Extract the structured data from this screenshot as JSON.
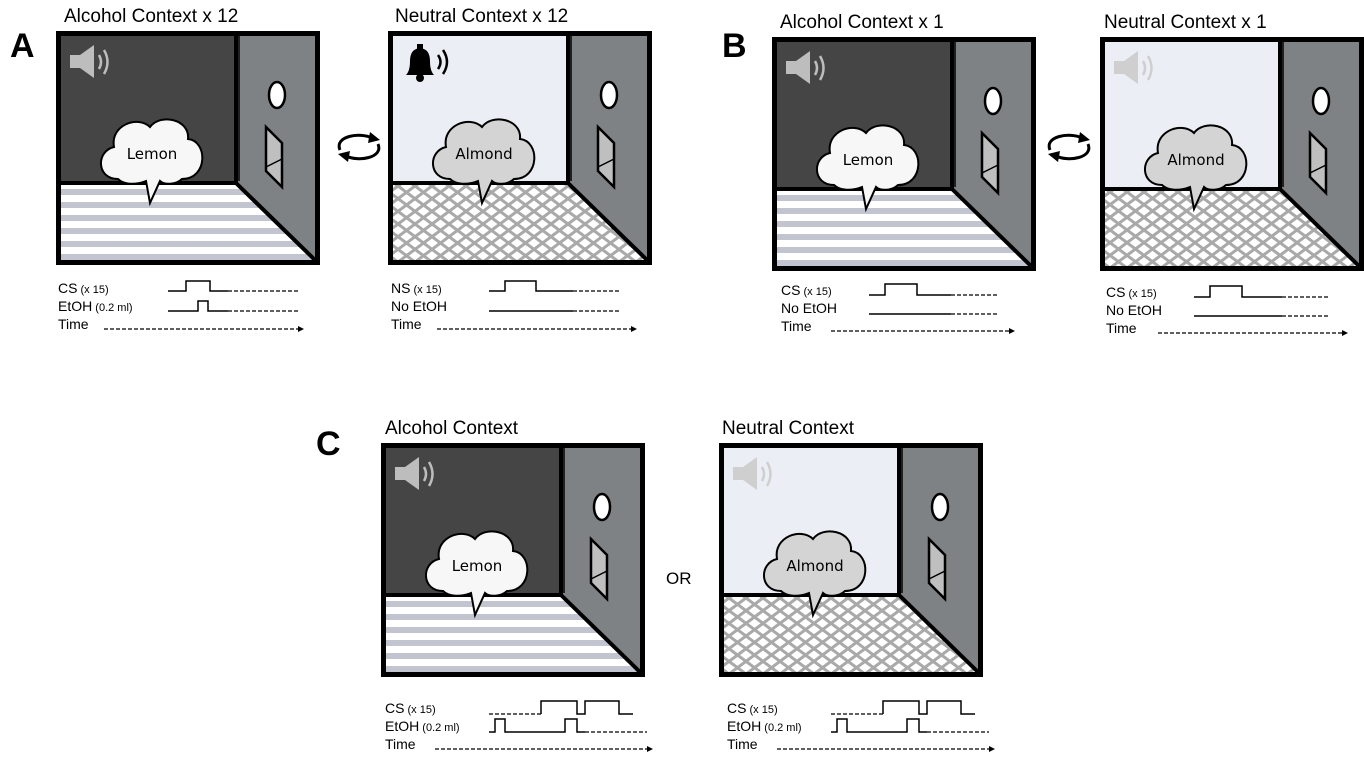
{
  "panels": {
    "A": {
      "letter": "A",
      "left": {
        "title": "Alcohol Context x 12",
        "odor": "Lemon",
        "sound_icon": "speaker-icon",
        "room": "alcohol",
        "rows": [
          {
            "main": "CS",
            "sub": "(x 15)"
          },
          {
            "main": "EtOH",
            "sub": "(0.2 ml)"
          },
          {
            "main": "Time",
            "sub": ""
          }
        ]
      },
      "right": {
        "title": "Neutral Context x 12",
        "odor": "Almond",
        "sound_icon": "bell-icon",
        "room": "neutral",
        "rows": [
          {
            "main": "NS",
            "sub": "(x 15)"
          },
          {
            "main": "No EtOH",
            "sub": ""
          },
          {
            "main": "Time",
            "sub": ""
          }
        ]
      }
    },
    "B": {
      "letter": "B",
      "left": {
        "title": "Alcohol Context x 1",
        "odor": "Lemon",
        "sound_icon": "speaker-icon",
        "room": "alcohol",
        "rows": [
          {
            "main": "CS",
            "sub": "(x 15)"
          },
          {
            "main": "No EtOH",
            "sub": ""
          },
          {
            "main": "Time",
            "sub": ""
          }
        ]
      },
      "right": {
        "title": "Neutral Context x 1",
        "odor": "Almond",
        "sound_icon": "speaker-icon",
        "room": "neutral",
        "rows": [
          {
            "main": "CS",
            "sub": "(x 15)"
          },
          {
            "main": "No EtOH",
            "sub": ""
          },
          {
            "main": "Time",
            "sub": ""
          }
        ]
      }
    },
    "C": {
      "letter": "C",
      "or_label": "OR",
      "left": {
        "title": "Alcohol Context",
        "odor": "Lemon",
        "sound_icon": "speaker-icon",
        "room": "alcohol",
        "rows": [
          {
            "main": "CS",
            "sub": "(x 15)"
          },
          {
            "main": "EtOH",
            "sub": "(0.2 ml)"
          },
          {
            "main": "Time",
            "sub": ""
          }
        ]
      },
      "right": {
        "title": "Neutral Context",
        "odor": "Almond",
        "sound_icon": "speaker-icon",
        "room": "neutral",
        "rows": [
          {
            "main": "CS",
            "sub": "(x 15)"
          },
          {
            "main": "EtOH",
            "sub": "(0.2 ml)"
          },
          {
            "main": "Time",
            "sub": ""
          }
        ]
      }
    }
  },
  "colors": {
    "alcohol_wall": "#454545",
    "neutral_wall": "#eceef5",
    "side_wall": "#7f8284",
    "stripe_floor": "#c2c4d0",
    "grid_floor": "#a9a9a9",
    "bubble_light": "#f7f7f7",
    "bubble_dark": "#d4d4d4",
    "speaker_on_dark": "#bdbdbd",
    "speaker_on_light": "#cfcfcf"
  }
}
